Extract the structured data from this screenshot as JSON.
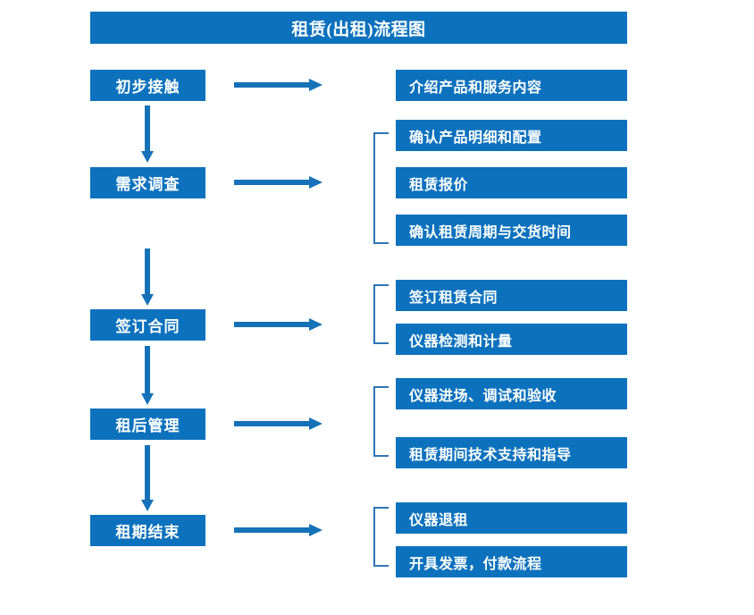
{
  "chart_data": {
    "type": "diagram",
    "title": "租赁(出租)流程图",
    "diagram_kind": "flowchart",
    "orientation": "vertical-with-branches"
  },
  "title": "租赁(出租)流程图",
  "colors": {
    "box_blue": "#0d72bd",
    "arrow_blue": "#1572b8",
    "bracket_blue": "#2e75b6",
    "text_white": "#ffffff",
    "background": "#ffffff"
  },
  "stages": [
    {
      "label": "初步接触"
    },
    {
      "label": "需求调查"
    },
    {
      "label": "签订合同"
    },
    {
      "label": "租后管理"
    },
    {
      "label": "租期结束"
    }
  ],
  "details": [
    {
      "label": "介绍产品和服务内容"
    },
    {
      "label": "确认产品明细和配置"
    },
    {
      "label": "租赁报价"
    },
    {
      "label": "确认租赁周期与交货时间"
    },
    {
      "label": "签订租赁合同"
    },
    {
      "label": "仪器检测和计量"
    },
    {
      "label": "仪器进场、调试和验收"
    },
    {
      "label": "租赁期间技术支持和指导"
    },
    {
      "label": "仪器退租"
    },
    {
      "label": "开具发票，付款流程"
    }
  ],
  "groups": [
    {
      "stage": "初步接触",
      "items": [
        "介绍产品和服务内容"
      ]
    },
    {
      "stage": "需求调查",
      "items": [
        "确认产品明细和配置",
        "租赁报价",
        "确认租赁周期与交货时间"
      ]
    },
    {
      "stage": "签订合同",
      "items": [
        "签订租赁合同",
        "仪器检测和计量"
      ]
    },
    {
      "stage": "租后管理",
      "items": [
        "仪器进场、调试和验收",
        "租赁期间技术支持和指导"
      ]
    },
    {
      "stage": "租期结束",
      "items": [
        "仪器退租",
        "开具发票，付款流程"
      ]
    }
  ]
}
